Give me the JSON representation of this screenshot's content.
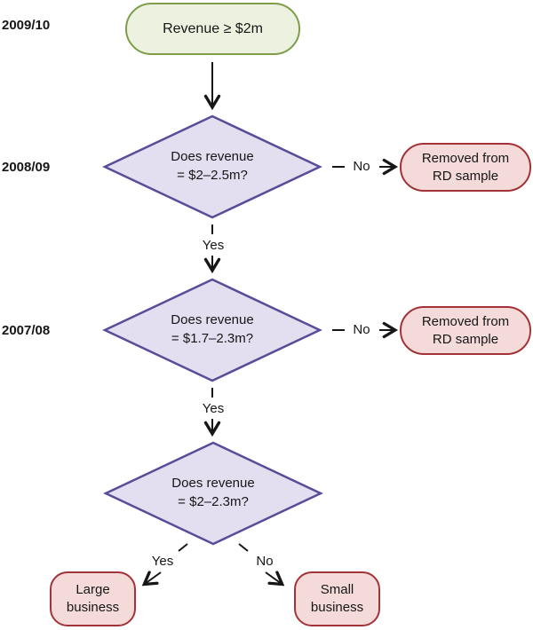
{
  "colors": {
    "start_fill": "#edf2e0",
    "start_border": "#7f9d49",
    "decision_fill": "#e3def0",
    "decision_border": "#5a4c97",
    "terminal_fill": "#f4dbd9",
    "terminal_border": "#a33338",
    "line": "#161616"
  },
  "year_labels": {
    "row1": "2009/10",
    "row2": "2008/09",
    "row3": "2007/08"
  },
  "nodes": {
    "start": "Revenue ≥ $2m",
    "decision1": {
      "line1": "Does revenue",
      "line2": "= $2–2.5m?"
    },
    "decision2": {
      "line1": "Does revenue",
      "line2": "= $1.7–2.3m?"
    },
    "decision3": {
      "line1": "Does revenue",
      "line2": "= $2–2.3m?"
    },
    "removed1": {
      "line1": "Removed from",
      "line2": "RD sample"
    },
    "removed2": {
      "line1": "Removed from",
      "line2": "RD sample"
    },
    "large": {
      "line1": "Large",
      "line2": "business"
    },
    "small": {
      "line1": "Small",
      "line2": "business"
    }
  },
  "edge_labels": {
    "no1": "No",
    "yes1": "Yes",
    "no2": "No",
    "yes2": "Yes",
    "yes3": "Yes",
    "no3": "No"
  }
}
